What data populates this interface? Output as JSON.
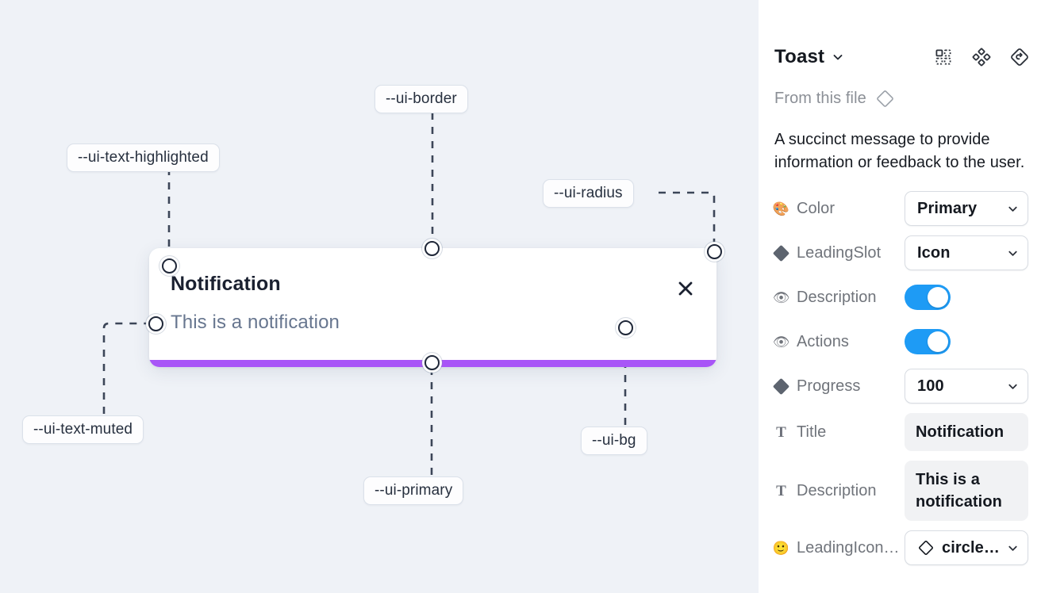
{
  "canvas": {
    "background": "#eff2f7",
    "toast": {
      "title": "Notification",
      "description": "This is a notification",
      "close_icon": "close-x-icon",
      "progress_color": "#a855f7",
      "background": "#ffffff"
    },
    "tokens": [
      {
        "id": "ui-text-highlighted",
        "label": "--ui-text-highlighted"
      },
      {
        "id": "ui-border",
        "label": "--ui-border"
      },
      {
        "id": "ui-radius",
        "label": "--ui-radius"
      },
      {
        "id": "ui-text-muted",
        "label": "--ui-text-muted"
      },
      {
        "id": "ui-primary",
        "label": "--ui-primary"
      },
      {
        "id": "ui-bg",
        "label": "--ui-bg"
      }
    ]
  },
  "panel": {
    "title": "Toast",
    "title_caret_icon": "chevron-down-icon",
    "header_icons": [
      {
        "name": "component-grid-icon"
      },
      {
        "name": "variant-diamond-cluster-icon"
      },
      {
        "name": "reset-instance-icon"
      }
    ],
    "source": {
      "label": "From this file",
      "icon": "component-diamond-icon"
    },
    "description": "A succinct message to provide information or feedback to the user.",
    "accent": "#1e9bf5",
    "properties": [
      {
        "id": "color",
        "icon": "palette-emoji",
        "icon_glyph": "🎨",
        "label": "Color",
        "control": "select",
        "value": "Primary"
      },
      {
        "id": "leadingslot",
        "icon": "diamond-icon",
        "icon_glyph": "",
        "label": "LeadingSlot",
        "control": "select",
        "value": "Icon"
      },
      {
        "id": "description",
        "icon": "eye-emoji",
        "icon_glyph": "👁",
        "label": "Description",
        "control": "toggle",
        "value": "on"
      },
      {
        "id": "actions",
        "icon": "eye-emoji",
        "icon_glyph": "👁",
        "label": "Actions",
        "control": "toggle",
        "value": "on"
      },
      {
        "id": "progress",
        "icon": "diamond-icon",
        "icon_glyph": "",
        "label": "Progress",
        "control": "select",
        "value": "100"
      },
      {
        "id": "title",
        "icon": "text-t-icon",
        "icon_glyph": "T",
        "label": "Title",
        "control": "text",
        "value": "Notification"
      },
      {
        "id": "description-text",
        "icon": "text-t-icon",
        "icon_glyph": "T",
        "label": "Description",
        "control": "text",
        "value": "This is a notification"
      },
      {
        "id": "leadingicon",
        "icon": "smiley-emoji",
        "icon_glyph": "🙂",
        "label": "LeadingIcon…",
        "control": "icon-select",
        "value": "circle…"
      }
    ]
  }
}
